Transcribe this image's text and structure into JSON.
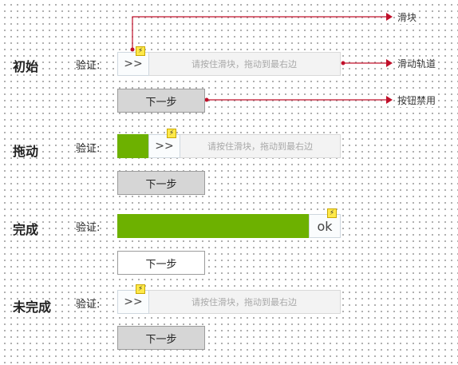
{
  "field_label": "验证:",
  "annotations": {
    "slider": "滑块",
    "track": "滑动轨道",
    "button_disabled": "按钮禁用"
  },
  "states": [
    {
      "label": "初始",
      "hint": "请按住滑块，拖动到最右边",
      "handle_text": ">>",
      "progress": 0,
      "button": "下一步",
      "button_enabled": false
    },
    {
      "label": "拖动",
      "hint": "请按住滑块，拖动到最右边",
      "handle_text": ">>",
      "progress": 0.14,
      "button": "下一步",
      "button_enabled": false
    },
    {
      "label": "完成",
      "hint": "",
      "handle_text": "ok",
      "progress": 1,
      "button": "下一步",
      "button_enabled": true
    },
    {
      "label": "未完成",
      "hint": "请按住滑块，拖动到最右边",
      "handle_text": ">>",
      "progress": 0,
      "button": "下一步",
      "button_enabled": false
    }
  ],
  "colors": {
    "fill": "#6db100",
    "annotation_line": "#c0102a",
    "bolt": "#ffe94a"
  },
  "icons": {
    "badge": "lightning-icon",
    "arrow": "arrow-right-icon"
  }
}
